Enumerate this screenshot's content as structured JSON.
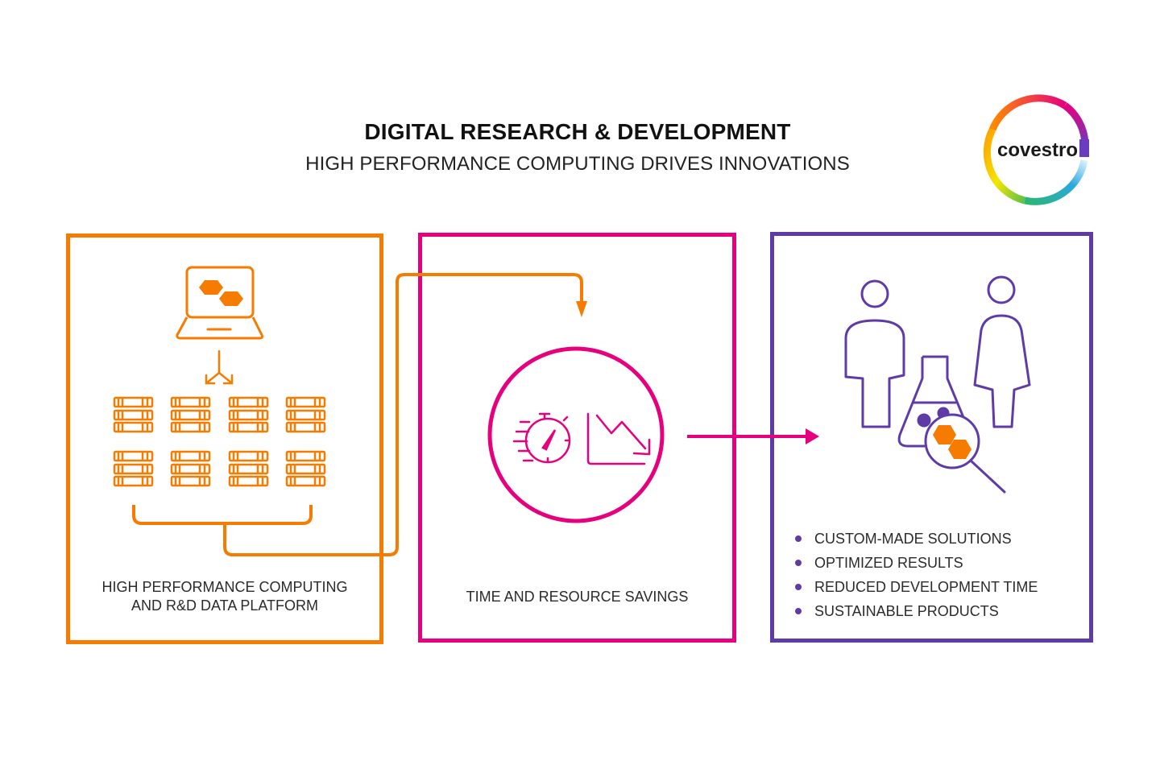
{
  "header": {
    "title": "DIGITAL RESEARCH & DEVELOPMENT",
    "subtitle": "HIGH PERFORMANCE COMPUTING DRIVES INNOVATIONS"
  },
  "logo": {
    "text": "covestro",
    "icon": "covestro-rainbow-ring-logo"
  },
  "colors": {
    "orange": "#f57c00",
    "pink": "#e6007e",
    "purple": "#5f3ba8",
    "text": "#2b2b2b"
  },
  "panels": [
    {
      "id": "hpc",
      "color": "orange",
      "caption_line1": "HIGH PERFORMANCE COMPUTING",
      "caption_line2": "AND R&D DATA PLATFORM",
      "icons": [
        "laptop-icon",
        "split-arrow-icon",
        "server-rack-icon x8",
        "bracket-connector-icon"
      ]
    },
    {
      "id": "savings",
      "color": "pink",
      "caption": "TIME AND RESOURCE SAVINGS",
      "icons": [
        "stopwatch-icon",
        "declining-chart-icon"
      ]
    },
    {
      "id": "results",
      "color": "purple",
      "icons": [
        "man-icon",
        "woman-icon",
        "flask-icon",
        "magnifier-molecule-icon"
      ],
      "bullets": [
        "CUSTOM-MADE SOLUTIONS",
        "OPTIMIZED RESULTS",
        "REDUCED DEVELOPMENT TIME",
        "SUSTAINABLE PRODUCTS"
      ]
    }
  ]
}
